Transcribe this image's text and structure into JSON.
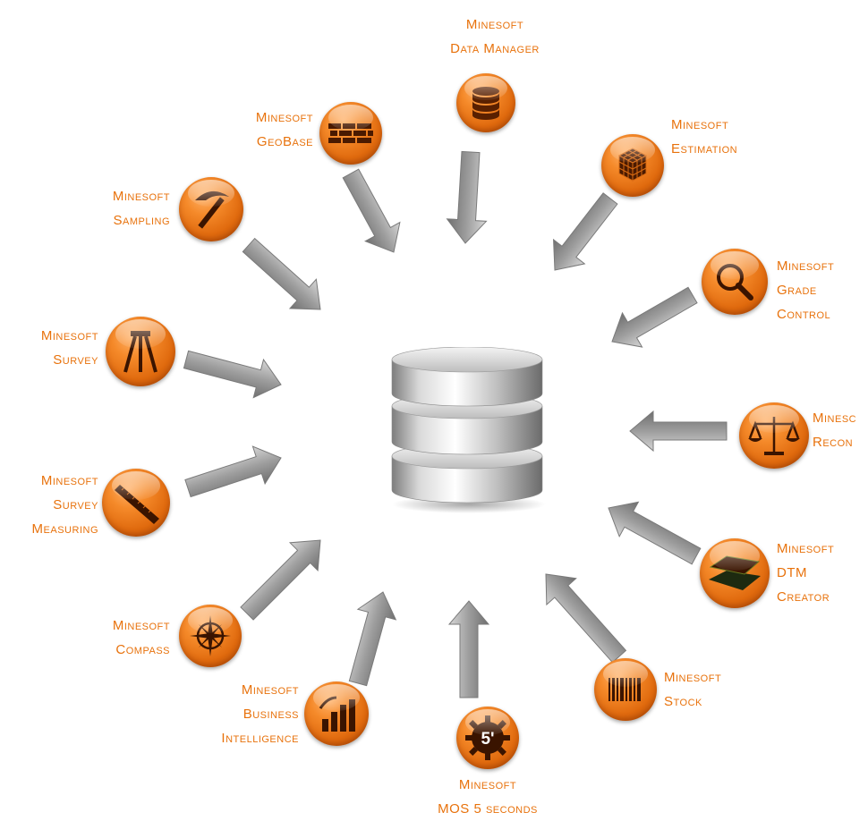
{
  "diagram": {
    "center": "database",
    "accent_color": "#e8720c",
    "arrow_color": "#9a9a9a"
  },
  "nodes": {
    "data_manager": {
      "line1": "Minesoft",
      "line2": "Data Manager",
      "icon": "database-icon"
    },
    "geobase": {
      "line1": "Minesoft",
      "line2": "GeoBase",
      "icon": "brick-wall-icon"
    },
    "estimation": {
      "line1": "Minesoft",
      "line2": "Estimation",
      "icon": "cube-grid-icon"
    },
    "sampling": {
      "line1": "Minesoft",
      "line2": "Sampling",
      "icon": "pickaxe-icon"
    },
    "grade_control": {
      "line1": "Minesoft",
      "line2": "Grade",
      "line3": "Control",
      "icon": "magnifier-icon"
    },
    "survey": {
      "line1": "Minesoft",
      "line2": "Survey",
      "icon": "tripod-icon"
    },
    "reconciliation": {
      "line1": "Minesc",
      "line2": "Recon",
      "icon": "balance-scale-icon"
    },
    "survey_measuring": {
      "line1": "Minesoft",
      "line2": "Survey",
      "line3": "Measuring",
      "icon": "measuring-tape-icon"
    },
    "dtm_creator": {
      "line1": "Minesoft",
      "line2": "DTM",
      "line3": "Creator",
      "icon": "terrain-layers-icon"
    },
    "compass": {
      "line1": "Minesoft",
      "line2": "Compass",
      "icon": "compass-icon"
    },
    "stock": {
      "line1": "Minesoft",
      "line2": "Stock",
      "icon": "barcode-icon"
    },
    "business_intelligence": {
      "line1": "Minesoft",
      "line2": "Business",
      "line3": "Intelligence",
      "icon": "bar-chart-icon"
    },
    "mos": {
      "line1": "Minesoft",
      "line2": "MOS 5 seconds",
      "icon": "gear-5-icon",
      "badge": "5'"
    }
  }
}
